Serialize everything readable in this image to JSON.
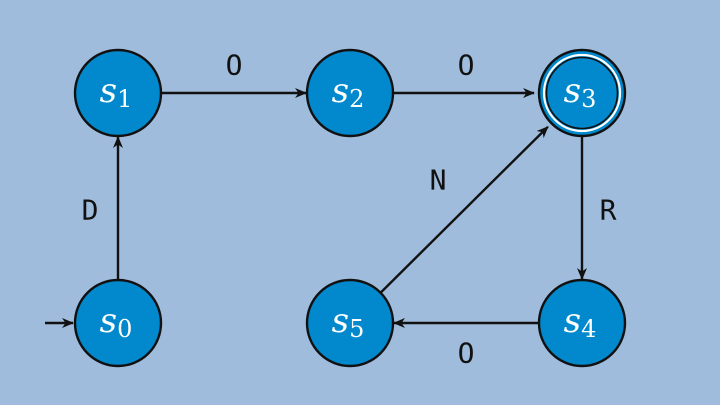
{
  "colors": {
    "background": "#a0bcdc",
    "node_fill": "#0288cc",
    "stroke": "#111111",
    "node_text": "#ffffff"
  },
  "diagram": {
    "type": "finite-state-automaton",
    "start_state": "s0",
    "accepting_states": [
      "s3"
    ],
    "states": [
      {
        "id": "s0",
        "letter": "s",
        "subscript": "0"
      },
      {
        "id": "s1",
        "letter": "s",
        "subscript": "1"
      },
      {
        "id": "s2",
        "letter": "s",
        "subscript": "2"
      },
      {
        "id": "s3",
        "letter": "s",
        "subscript": "3"
      },
      {
        "id": "s4",
        "letter": "s",
        "subscript": "4"
      },
      {
        "id": "s5",
        "letter": "s",
        "subscript": "5"
      }
    ],
    "transitions": [
      {
        "from": "s0",
        "to": "s1",
        "label": "D"
      },
      {
        "from": "s1",
        "to": "s2",
        "label": "O"
      },
      {
        "from": "s2",
        "to": "s3",
        "label": "O"
      },
      {
        "from": "s3",
        "to": "s4",
        "label": "R"
      },
      {
        "from": "s4",
        "to": "s5",
        "label": "O"
      },
      {
        "from": "s5",
        "to": "s3",
        "label": "N"
      }
    ]
  }
}
